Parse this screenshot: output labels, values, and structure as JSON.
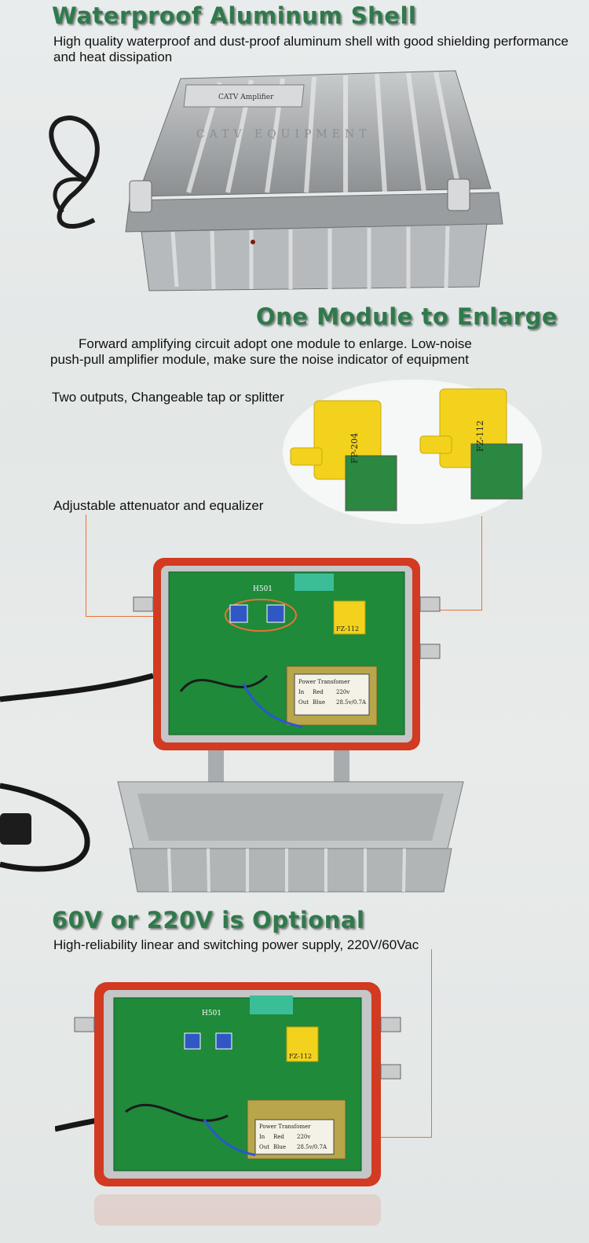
{
  "sections": {
    "shell": {
      "title": "Waterproof Aluminum Shell",
      "description": "High quality waterproof and dust-proof aluminum shell with good shielding performance and heat dissipation",
      "device_label_1": "CATV Amplifier",
      "device_label_2": "CATV EQUIPMENT"
    },
    "module": {
      "title": "One Module to Enlarge",
      "description_line1": "Forward amplifying circuit adopt one module to enlarge. Low-noise",
      "description_line2": "push-pull amplifier module, make sure the noise indicator of equipment",
      "outputs_note": "Two outputs, Changeable tap or splitter",
      "module_a_label": "FP-204",
      "module_b_label": "FZ-112",
      "attenuator_note": "Adjustable attenuator and equalizer",
      "board_model": "H501",
      "board_module_label": "FZ-112"
    },
    "power": {
      "title": "60V or 220V is Optional",
      "description": "High-reliability linear and switching power supply, 220V/60Vac",
      "board_model": "H501",
      "board_module_label": "FZ-112"
    }
  },
  "transformer": {
    "title": "Power   Transfomer",
    "row1_in": "In",
    "row1_color": "Red",
    "row1_value": "220v",
    "row2_out": "Out",
    "row2_color": "Blue",
    "row2_value": "28.5v/0.7A"
  },
  "colors": {
    "heading": "#2f7a4b",
    "callout_line": "#e8733a",
    "pcb": "#1e8a3a",
    "gasket": "#d23a22",
    "module_yellow": "#f2d21c"
  }
}
